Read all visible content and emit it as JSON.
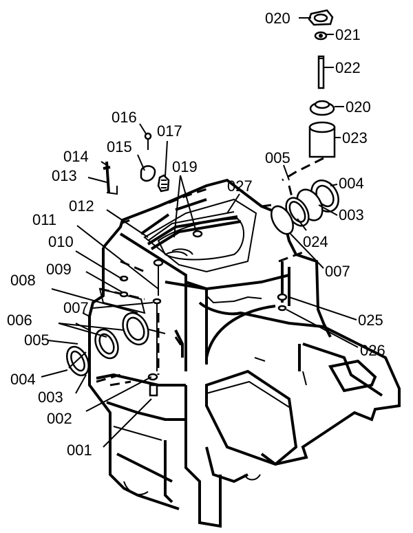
{
  "labels": {
    "l020a": "020",
    "l021": "021",
    "l022": "022",
    "l020b": "020",
    "l023": "023",
    "l016": "016",
    "l017": "017",
    "l015": "015",
    "l014": "014",
    "l013": "013",
    "l019": "019",
    "l005r": "005",
    "l004r": "004",
    "l027": "027",
    "l012": "012",
    "l003r": "003",
    "l011": "011",
    "l024": "024",
    "l010": "010",
    "l007r": "007",
    "l009": "009",
    "l008": "008",
    "l007l": "007",
    "l025": "025",
    "l006": "006",
    "l005l": "005",
    "l026": "026",
    "l004l": "004",
    "l003l": "003",
    "l002": "002",
    "l001": "001"
  }
}
